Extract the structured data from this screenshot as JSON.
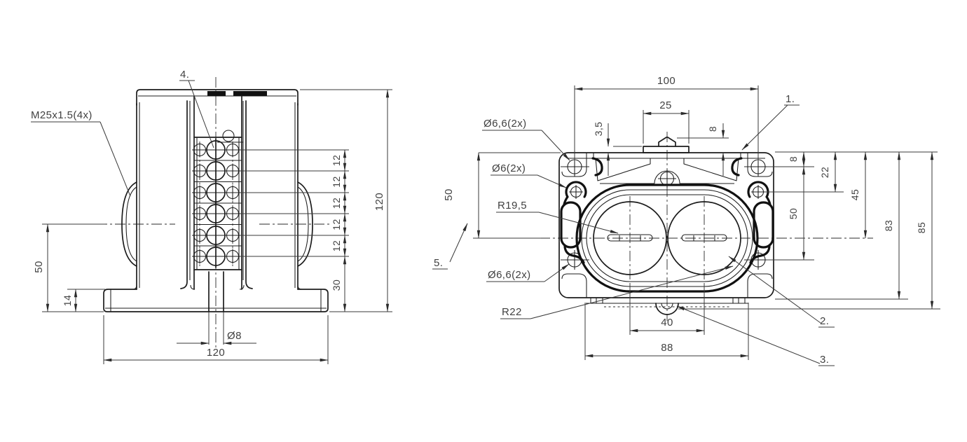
{
  "colors": {
    "background": "#ffffff",
    "outline": "#1c1c1c",
    "dimension_line": "#3a3a3a",
    "text": "#414141"
  },
  "front_view": {
    "gland_label": "M25x1.5(4x)",
    "callout_4": "4.",
    "pitch_dims": [
      "12",
      "12",
      "12",
      "12",
      "12"
    ],
    "dim_row_offset": "30",
    "dim_total_height": "120",
    "dim_center_height": "50",
    "dim_base_thickness": "14",
    "dim_hole_dia": "Ø8",
    "dim_total_width": "120"
  },
  "top_view": {
    "dim_mount_width": "100",
    "dim_clamp_width": "25",
    "dim_clamp_offset": "3,5",
    "dim_tab_offset": "8",
    "callout_1": "1.",
    "label_hole_top": "Ø6,6(2x)",
    "label_hole_mid": "Ø6(2x)",
    "label_radius_inner": "R19,5",
    "dim_center_offset": "50",
    "callout_5": "5.",
    "label_hole_bottom": "Ø6,6(2x)",
    "label_radius_outer": "R22",
    "dim_knob_spacing": "40",
    "dim_base_width": "88",
    "callout_2": "2.",
    "callout_3": "3.",
    "chain_dims": {
      "d8": "8",
      "d22": "22",
      "d45": "45",
      "d50": "50",
      "d83": "83",
      "d85": "85"
    }
  }
}
